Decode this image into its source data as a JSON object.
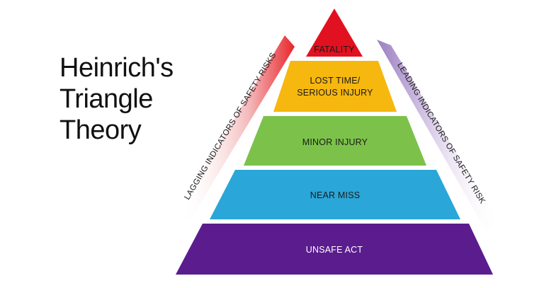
{
  "title": {
    "line1": "Heinrich's",
    "line2": "Triangle",
    "line3": "Theory"
  },
  "left_band": {
    "label": "LAGGING INDICATORS OF SAFETY RISKS",
    "color": "#e8262b"
  },
  "right_band": {
    "label": "LEADING INDICATORS OF SAFETY RISK",
    "color": "#9b7fc0"
  },
  "tiers": [
    {
      "label_lines": [
        "FATALITY"
      ],
      "color": "#e2111f"
    },
    {
      "label_lines": [
        "LOST TIME/",
        "SERIOUS INJURY"
      ],
      "color": "#f6b70f"
    },
    {
      "label_lines": [
        "MINOR INJURY"
      ],
      "color": "#7cc24a"
    },
    {
      "label_lines": [
        "NEAR MISS"
      ],
      "color": "#2aa6d8"
    },
    {
      "label_lines": [
        "UNSAFE ACT"
      ],
      "color": "#5b1c8e"
    }
  ]
}
